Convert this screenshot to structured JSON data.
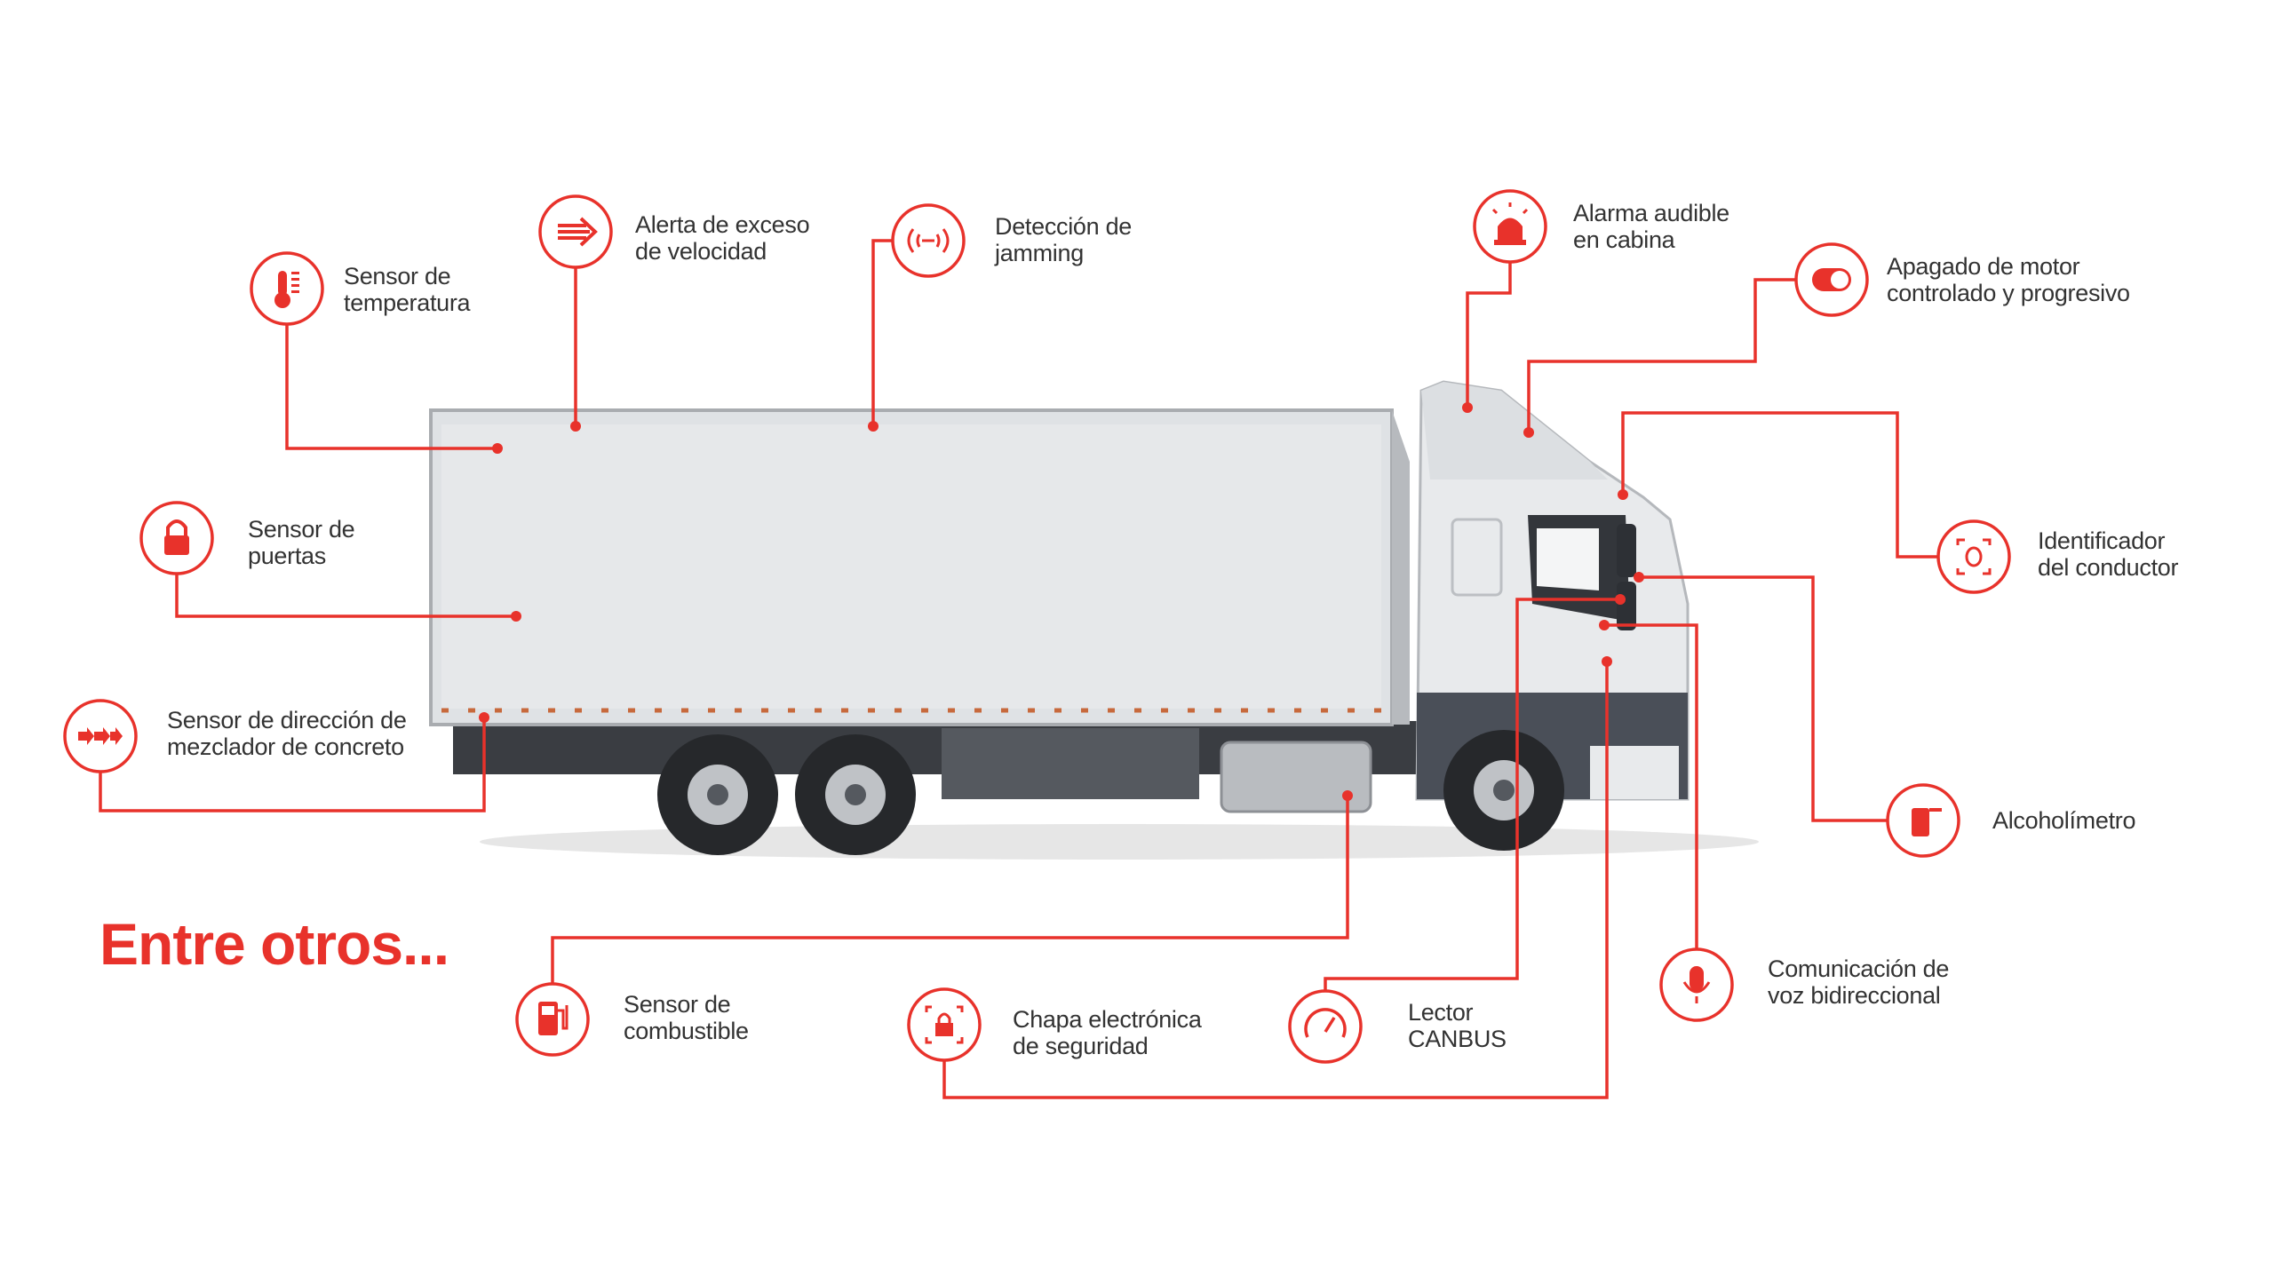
{
  "accent": "#e8322b",
  "title": "Entre otros...",
  "features": {
    "temperatura": {
      "line1": "Sensor de",
      "line2": "temperatura",
      "icon": "thermometer-icon"
    },
    "velocidad": {
      "line1": "Alerta de exceso",
      "line2": "de velocidad",
      "icon": "speed-arrow-icon"
    },
    "jamming": {
      "line1": "Detección de",
      "line2": "jamming",
      "icon": "signal-jamming-icon"
    },
    "alarma": {
      "line1": "Alarma audible",
      "line2": "en cabina",
      "icon": "siren-icon"
    },
    "apagado": {
      "line1": "Apagado de motor",
      "line2": "controlado y progresivo",
      "icon": "toggle-icon"
    },
    "puertas": {
      "line1": "Sensor de",
      "line2": "puertas",
      "icon": "padlock-icon"
    },
    "mezclador": {
      "line1": "Sensor de dirección de",
      "line2": "mezclador de concreto",
      "icon": "direction-arrows-icon"
    },
    "identificador": {
      "line1": "Identificador",
      "line2": "del conductor",
      "icon": "face-id-icon"
    },
    "alcoholimetro": {
      "line1": "Alcoholímetro",
      "icon": "breathalyzer-icon"
    },
    "combustible": {
      "line1": "Sensor de",
      "line2": "combustible",
      "icon": "fuel-pump-icon"
    },
    "chapa": {
      "line1": "Chapa electrónica",
      "line2": "de seguridad",
      "icon": "electronic-lock-icon"
    },
    "canbus": {
      "line1": "Lector",
      "line2": "CANBUS",
      "icon": "gauge-icon"
    },
    "comunicacion": {
      "line1": "Comunicación de",
      "line2": "voz bidireccional",
      "icon": "microphone-icon"
    }
  }
}
